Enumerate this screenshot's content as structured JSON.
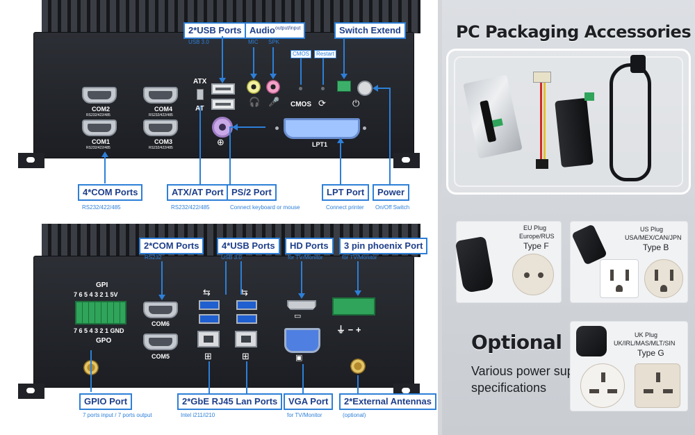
{
  "top_panel": {
    "port_labels": {
      "com2": "COM2",
      "com2_sub": "RS232/422/485",
      "com4": "COM4",
      "com4_sub": "RS232/422/485",
      "com1": "COM1",
      "com1_sub": "RS232/422/485",
      "com3": "COM3",
      "com3_sub": "RS232/422/485",
      "atx": "ATX",
      "at": "AT",
      "cmos_label": "CMOS",
      "lpt1": "LPT1"
    },
    "callouts": {
      "usb": {
        "title": "2*USB Ports",
        "sub": "USB 3.0"
      },
      "audio": {
        "title": "Audio",
        "title_sup": "output/input",
        "mic": "MIC",
        "spk": "SPK"
      },
      "cmos": "CMOS",
      "restart": "Restart",
      "switch": {
        "title": "Switch Extend"
      },
      "com": {
        "title": "4*COM Ports",
        "sub": "RS232/422/485"
      },
      "atx": {
        "title": "ATX/AT Port",
        "sub": "RS232/422/485"
      },
      "ps2": {
        "title": "PS/2 Port",
        "sub": "Connect keyboard or mouse"
      },
      "lpt": {
        "title": "LPT Port",
        "sub": "Connect printer"
      },
      "power": {
        "title": "Power",
        "sub": "On/Off Switch"
      }
    }
  },
  "bottom_panel": {
    "port_labels": {
      "gpi": "GPI",
      "gpi_pins": "7 6 5 4 3 2 1 5V",
      "gpo_pins": "7 6 5 4 3 2 1 GND",
      "gpo": "GPO",
      "com6": "COM6",
      "com5": "COM5",
      "phoenix_symbols": "⏚ − +"
    },
    "callouts": {
      "com": {
        "title": "2*COM Ports",
        "sub": "RS232"
      },
      "usb": {
        "title": "4*USB Ports",
        "sub": "USB 3.0"
      },
      "hd": {
        "title": "HD Ports",
        "sub": "for TV/Monitor"
      },
      "phoenix": {
        "title": "3 pin phoenix Port",
        "sub": "for TV/Monitor"
      },
      "gpio": {
        "title": "GPIO Port",
        "sub": "7 ports input / 7 ports output"
      },
      "lan": {
        "title": "2*GbE RJ45 Lan Ports",
        "sub": "Intel i211/i210"
      },
      "vga": {
        "title": "VGA Port",
        "sub": "for TV/Monitor"
      },
      "antenna": {
        "title": "2*External Antennas",
        "sub": "(optional)"
      }
    }
  },
  "accessories": {
    "title": "PC Packaging Accessories",
    "plugs": [
      {
        "region": "EU Plug",
        "countries": "Europe/RUS",
        "type": "Type F"
      },
      {
        "region": "US Plug",
        "countries": "USA/MEX/CAN/JPN",
        "type": "Type B"
      },
      {
        "region": "UK Plug",
        "countries": "UK/IRL/MAS/MLT/SIN",
        "type": "Type G"
      }
    ],
    "optional_title": "Optional",
    "optional_desc_line1": "Various power supply",
    "optional_desc_line2": "specifications"
  },
  "colors": {
    "callout_border": "#2d7fd8",
    "callout_text": "#1e3f8a",
    "chassis": "#1f2126",
    "right_bg": "#d6d9dd"
  }
}
